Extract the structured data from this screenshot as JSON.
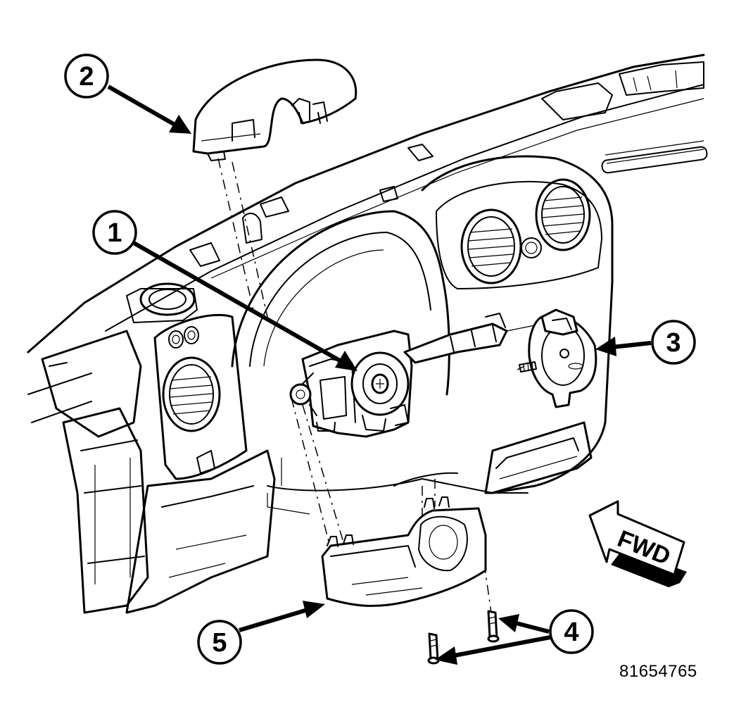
{
  "figure_number": "81654765",
  "direction_label": "FWD",
  "callouts": [
    {
      "label": "1"
    },
    {
      "label": "2"
    },
    {
      "label": "3"
    },
    {
      "label": "4"
    },
    {
      "label": "5"
    }
  ]
}
